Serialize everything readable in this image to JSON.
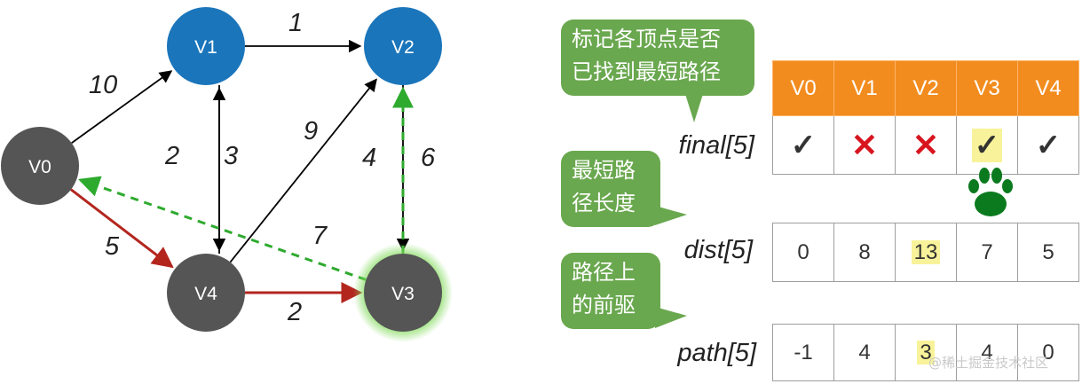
{
  "graph": {
    "vertices": [
      {
        "id": "V0",
        "label": "V0",
        "color": "#555555"
      },
      {
        "id": "V1",
        "label": "V1",
        "color": "#1a75bb"
      },
      {
        "id": "V2",
        "label": "V2",
        "color": "#1a75bb"
      },
      {
        "id": "V3",
        "label": "V3",
        "color": "#555555",
        "glow": "#7ed957"
      },
      {
        "id": "V4",
        "label": "V4",
        "color": "#555555"
      }
    ],
    "edges": [
      {
        "from": "V0",
        "to": "V1",
        "weight": "10",
        "style": "solid",
        "color": "#000000"
      },
      {
        "from": "V1",
        "to": "V2",
        "weight": "1",
        "style": "solid",
        "color": "#000000"
      },
      {
        "from": "V1",
        "to": "V4",
        "weight": "2",
        "style": "solid",
        "color": "#000000"
      },
      {
        "from": "V4",
        "to": "V1",
        "weight": "3",
        "style": "solid",
        "color": "#000000"
      },
      {
        "from": "V4",
        "to": "V2",
        "weight": "9",
        "style": "solid",
        "color": "#000000"
      },
      {
        "from": "V2",
        "to": "V3",
        "weight": "4",
        "style": "solid",
        "color": "#000000"
      },
      {
        "from": "V3",
        "to": "V2",
        "weight": "6",
        "style": "dashed",
        "color": "#2eaa2e"
      },
      {
        "from": "V3",
        "to": "V0",
        "weight": "7",
        "style": "dashed",
        "color": "#2eaa2e"
      },
      {
        "from": "V0",
        "to": "V4",
        "weight": "5",
        "style": "solid",
        "color": "#b3261e"
      },
      {
        "from": "V4",
        "to": "V3",
        "weight": "2",
        "style": "solid",
        "color": "#b3261e"
      }
    ]
  },
  "callouts": {
    "final": [
      "标记各顶点是否",
      "已找到最短路径"
    ],
    "dist": [
      "最短路",
      "径长度"
    ],
    "path": [
      "路径上",
      "的前驱"
    ]
  },
  "arrays": {
    "final_label": "final[5]",
    "dist_label": "dist[5]",
    "path_label": "path[5]",
    "headers": [
      "V0",
      "V1",
      "V2",
      "V3",
      "V4"
    ],
    "final_values": [
      "✓",
      "✕",
      "✕",
      "✓",
      "✓"
    ],
    "final_highlight_index": 3,
    "dist_values": [
      "0",
      "8",
      "13",
      "7",
      "5"
    ],
    "dist_highlight_index": 2,
    "path_values": [
      "-1",
      "4",
      "3",
      "4",
      "0"
    ],
    "path_highlight_index": 2
  },
  "colors": {
    "callout_green": "#6aa84f",
    "header_orange": "#f28c1f",
    "highlight_yellow": "#f8f39a",
    "paw_green": "#0b7a1e"
  },
  "icons": {
    "paw": "paw-print-icon"
  },
  "watermark": "@稀土掘金技术社区"
}
